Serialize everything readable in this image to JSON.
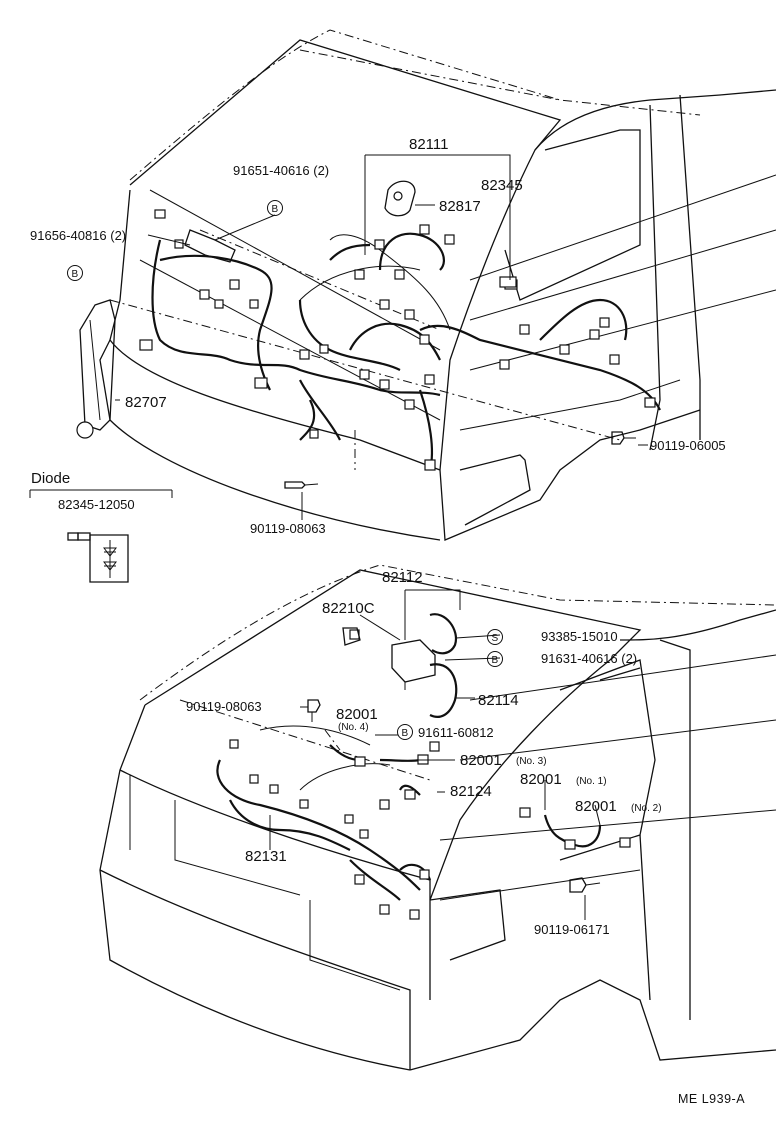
{
  "diagram": {
    "top": {
      "labels": {
        "p82111": "82111",
        "p82345": "82345",
        "p82817": "82817",
        "p91651": "91651-40616 (2)",
        "p91656": "91656-40816 (2)",
        "p82707": "82707",
        "p90119_08063": "90119-08063",
        "p90119_06005": "90119-06005",
        "badge_b1": "B",
        "badge_b2": "B"
      }
    },
    "diode": {
      "title": "Diode",
      "part": "82345-12050"
    },
    "bottom": {
      "labels": {
        "p82112": "82112",
        "p82210c": "82210C",
        "p93385": "93385-15010",
        "p91631": "91631-40616 (2)",
        "p82114": "82114",
        "p90119_08063b": "90119-08063",
        "p82001_4": "82001",
        "p82001_4_no": "(No. 4)",
        "p91611": "91611-60812",
        "p82001_3": "82001",
        "p82001_3_no": "(No. 3)",
        "p82124": "82124",
        "p82001_1": "82001",
        "p82001_1_no": "(No. 1)",
        "p82001_2": "82001",
        "p82001_2_no": "(No. 2)",
        "p82131": "82131",
        "p90119_06171": "90119-06171",
        "badge_s": "S",
        "badge_b3": "B",
        "badge_b4": "B"
      }
    },
    "footer_code": "ME  L939-A"
  }
}
